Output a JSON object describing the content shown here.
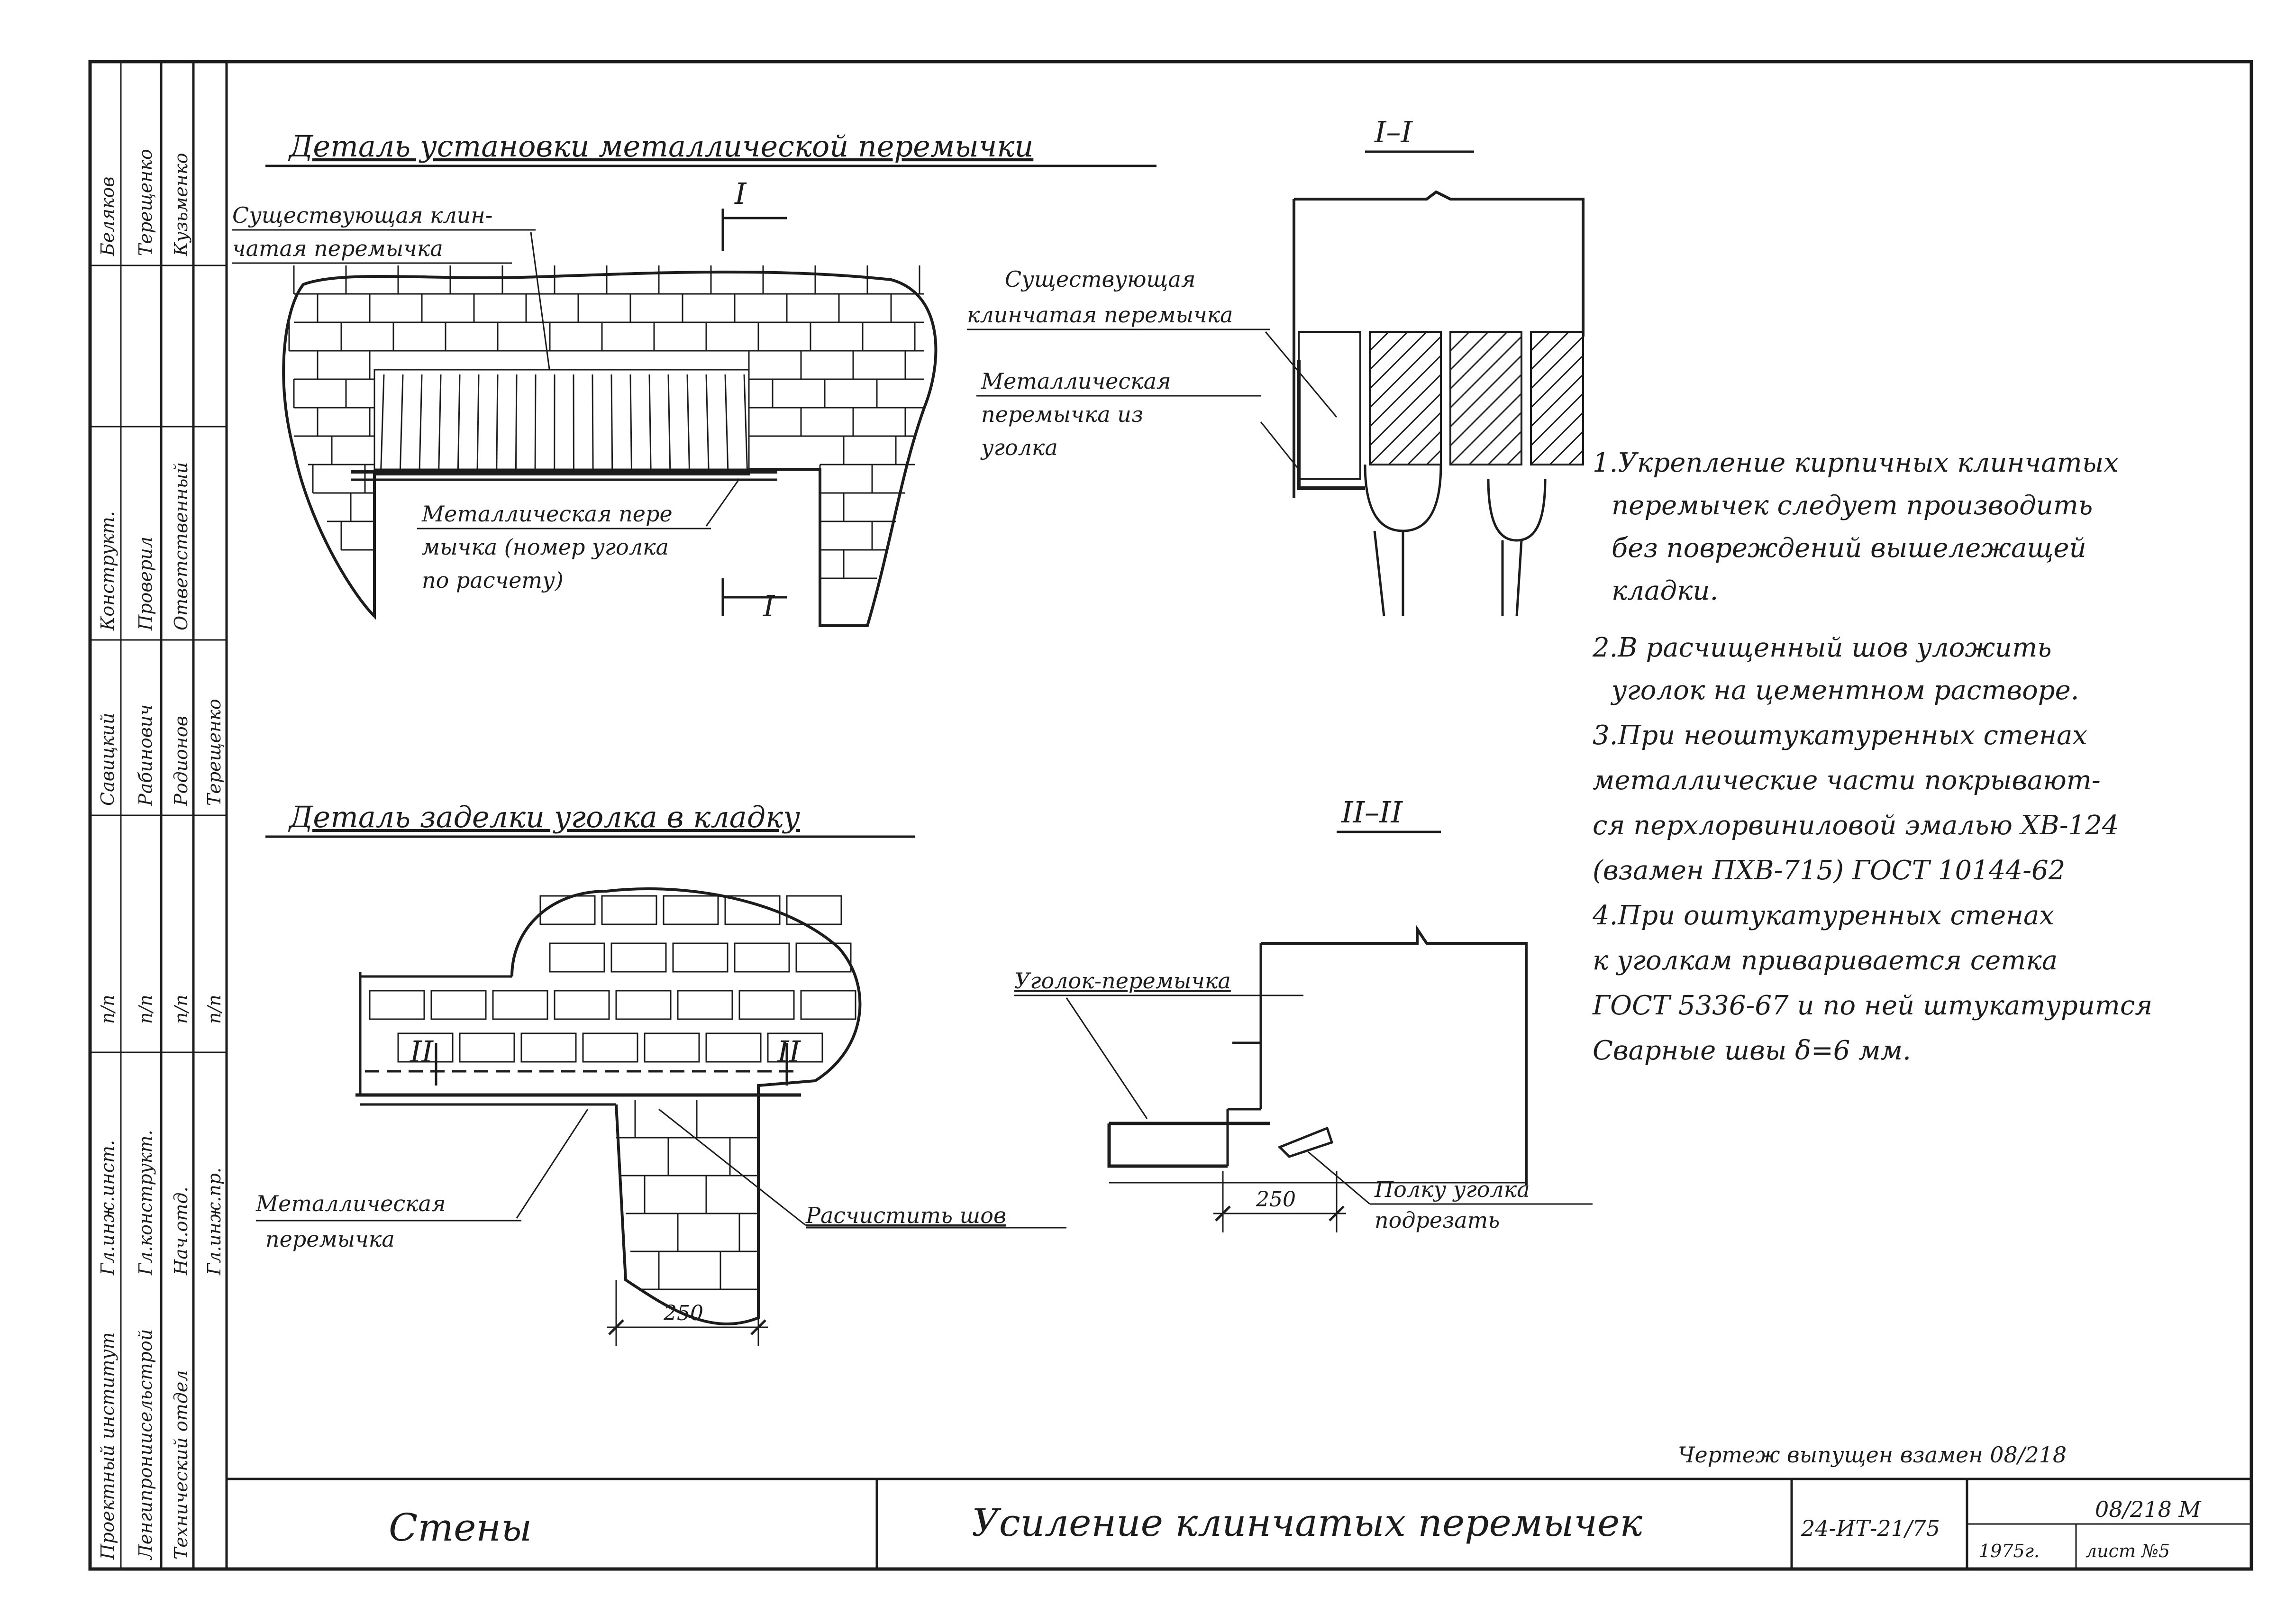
{
  "detail1": {
    "title": "Деталь установки металлической перемычки",
    "label_existing_top": "Существующая клин-",
    "label_existing_bottom": "чатая перемычка",
    "label_metal_1": "Металлическая пере",
    "label_metal_2": "мычка (номер уголка",
    "label_metal_3": "по расчету)",
    "cut_mark": "I"
  },
  "section1": {
    "title": "I–I",
    "label_existing_1": "Существующая",
    "label_existing_2": "клинчатая перемычка",
    "label_metal_1": "Металлическая",
    "label_metal_2": "перемычка из",
    "label_metal_3": "уголка"
  },
  "detail2": {
    "title": "Деталь заделки уголка в кладку",
    "label_metal_1": "Металлическая",
    "label_metal_2": "перемычка",
    "label_clean": "Расчистить шов",
    "dim": "250",
    "cut_mark": "II"
  },
  "section2": {
    "title": "II–II",
    "label_angle": "Уголок-перемычка",
    "label_trim_1": "Полку уголка",
    "label_trim_2": "подрезать",
    "dim": "250"
  },
  "notes": [
    "1.Укрепление кирпичных клинчатых",
    "перемычек следует производить",
    "без повреждений вышележащей",
    "кладки.",
    "2.В расчищенный шов уложить",
    "уголок на цементном растворе.",
    "3.При неоштукатуренных стенах",
    "металлические части покрывают-",
    "ся перхлорвиниловой эмалью ХВ-124",
    "(взамен ПХВ-715) ГОСТ 10144-62",
    "4.При оштукатуренных стенах",
    "к уголкам приваривается сетка",
    "ГОСТ 5336-67 и по ней штукатурится",
    "Сварные швы δ=6 мм."
  ],
  "replacement_note": "Чертеж выпущен взамен 08/218",
  "title_block": {
    "section": "Стены",
    "name": "Усиление клинчатых перемычек",
    "code": "24-ИТ-21/75",
    "number": "08/218 М",
    "year": "1975г.",
    "sheet": "лист №5"
  },
  "side_block": {
    "institute": [
      "Проектный институт",
      "Ленгипрониисельстрой",
      "Технический отдел"
    ],
    "roles": [
      "Гл.инж.инст.",
      "Гл.конструкт.",
      "Нач.отд.",
      "Гл.инж.пр."
    ],
    "pp": [
      "п/п",
      "п/п",
      "п/п",
      "п/п"
    ],
    "names": [
      "Савицкий",
      "Рабинович",
      "Родионов",
      "Терещенко"
    ],
    "extra_roles": [
      "Конструкт.",
      "Проверил",
      "Ответственный"
    ],
    "extra_names": [
      "Беляков",
      "Терещенко",
      "Кузьменко"
    ]
  }
}
